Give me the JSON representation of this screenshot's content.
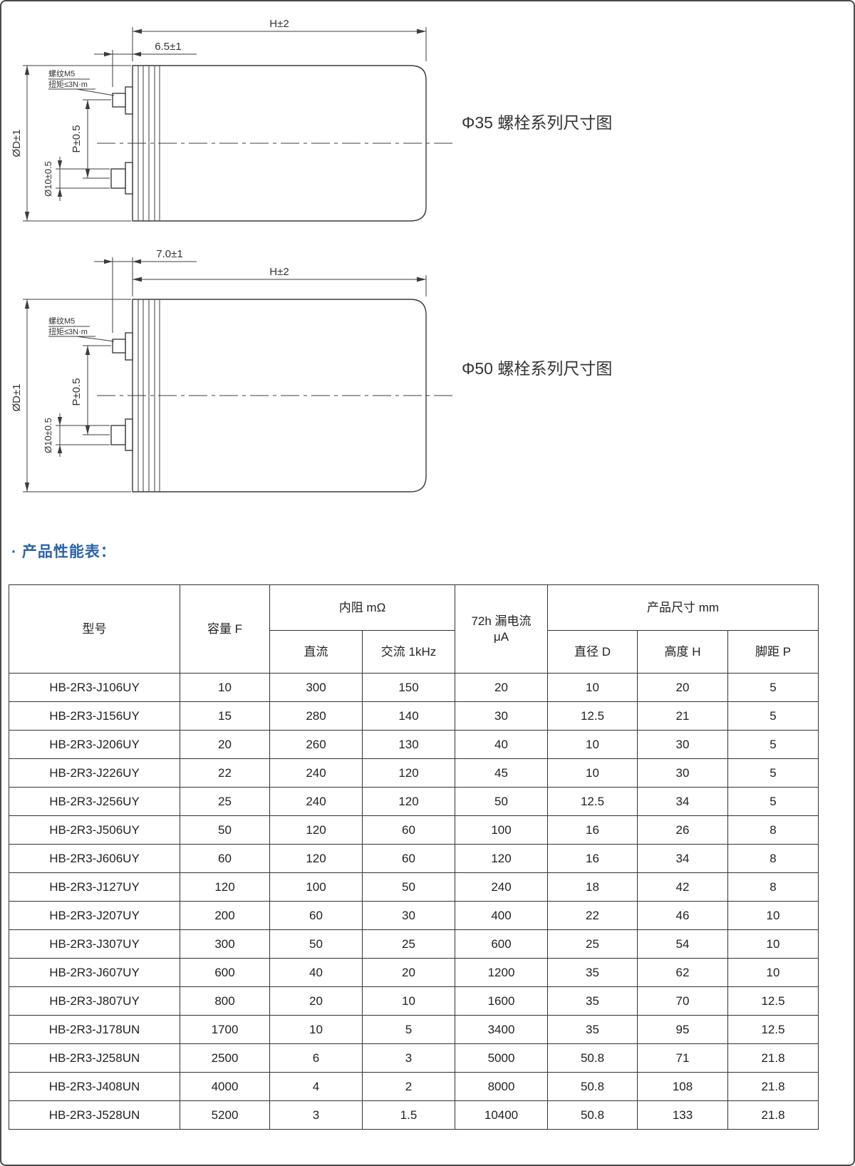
{
  "page": {
    "section_title": "· 产品性能表："
  },
  "diagrams": [
    {
      "title": "Φ35 螺栓系列尺寸图",
      "dims": {
        "total_length": "H±2",
        "flange": "6.5±1",
        "body_diameter": "ØD±1",
        "terminal_diameter": "Ø10±0.5",
        "terminal_pitch": "P±0.5",
        "thread": "螺纹M5",
        "torque": "扭矩≤3N·m"
      }
    },
    {
      "title": "Φ50 螺栓系列尺寸图",
      "dims": {
        "total_length": "H±2",
        "flange": "7.0±1",
        "body_diameter": "ØD±1",
        "terminal_diameter": "Ø10±0.5",
        "terminal_pitch": "P±0.5",
        "thread": "螺纹M5",
        "torque": "扭矩≤3N·m"
      }
    }
  ],
  "table": {
    "headers": {
      "model": "型号",
      "capacity": "容量 F",
      "esr_group": "内阻 mΩ",
      "esr_dc": "直流",
      "esr_ac": "交流 1kHz",
      "leakage_line1": "72h 漏电流",
      "leakage_line2": "μA",
      "size_group": "产品尺寸 mm",
      "diameter": "直径 D",
      "height": "高度 H",
      "pitch": "脚距 P"
    },
    "rows": [
      [
        "HB-2R3-J106UY",
        "10",
        "300",
        "150",
        "20",
        "10",
        "20",
        "5"
      ],
      [
        "HB-2R3-J156UY",
        "15",
        "280",
        "140",
        "30",
        "12.5",
        "21",
        "5"
      ],
      [
        "HB-2R3-J206UY",
        "20",
        "260",
        "130",
        "40",
        "10",
        "30",
        "5"
      ],
      [
        "HB-2R3-J226UY",
        "22",
        "240",
        "120",
        "45",
        "10",
        "30",
        "5"
      ],
      [
        "HB-2R3-J256UY",
        "25",
        "240",
        "120",
        "50",
        "12.5",
        "34",
        "5"
      ],
      [
        "HB-2R3-J506UY",
        "50",
        "120",
        "60",
        "100",
        "16",
        "26",
        "8"
      ],
      [
        "HB-2R3-J606UY",
        "60",
        "120",
        "60",
        "120",
        "16",
        "34",
        "8"
      ],
      [
        "HB-2R3-J127UY",
        "120",
        "100",
        "50",
        "240",
        "18",
        "42",
        "8"
      ],
      [
        "HB-2R3-J207UY",
        "200",
        "60",
        "30",
        "400",
        "22",
        "46",
        "10"
      ],
      [
        "HB-2R3-J307UY",
        "300",
        "50",
        "25",
        "600",
        "25",
        "54",
        "10"
      ],
      [
        "HB-2R3-J607UY",
        "600",
        "40",
        "20",
        "1200",
        "35",
        "62",
        "10"
      ],
      [
        "HB-2R3-J807UY",
        "800",
        "20",
        "10",
        "1600",
        "35",
        "70",
        "12.5"
      ],
      [
        "HB-2R3-J178UN",
        "1700",
        "10",
        "5",
        "3400",
        "35",
        "95",
        "12.5"
      ],
      [
        "HB-2R3-J258UN",
        "2500",
        "6",
        "3",
        "5000",
        "50.8",
        "71",
        "21.8"
      ],
      [
        "HB-2R3-J408UN",
        "4000",
        "4",
        "2",
        "8000",
        "50.8",
        "108",
        "21.8"
      ],
      [
        "HB-2R3-J528UN",
        "5200",
        "3",
        "1.5",
        "10400",
        "50.8",
        "133",
        "21.8"
      ]
    ]
  }
}
